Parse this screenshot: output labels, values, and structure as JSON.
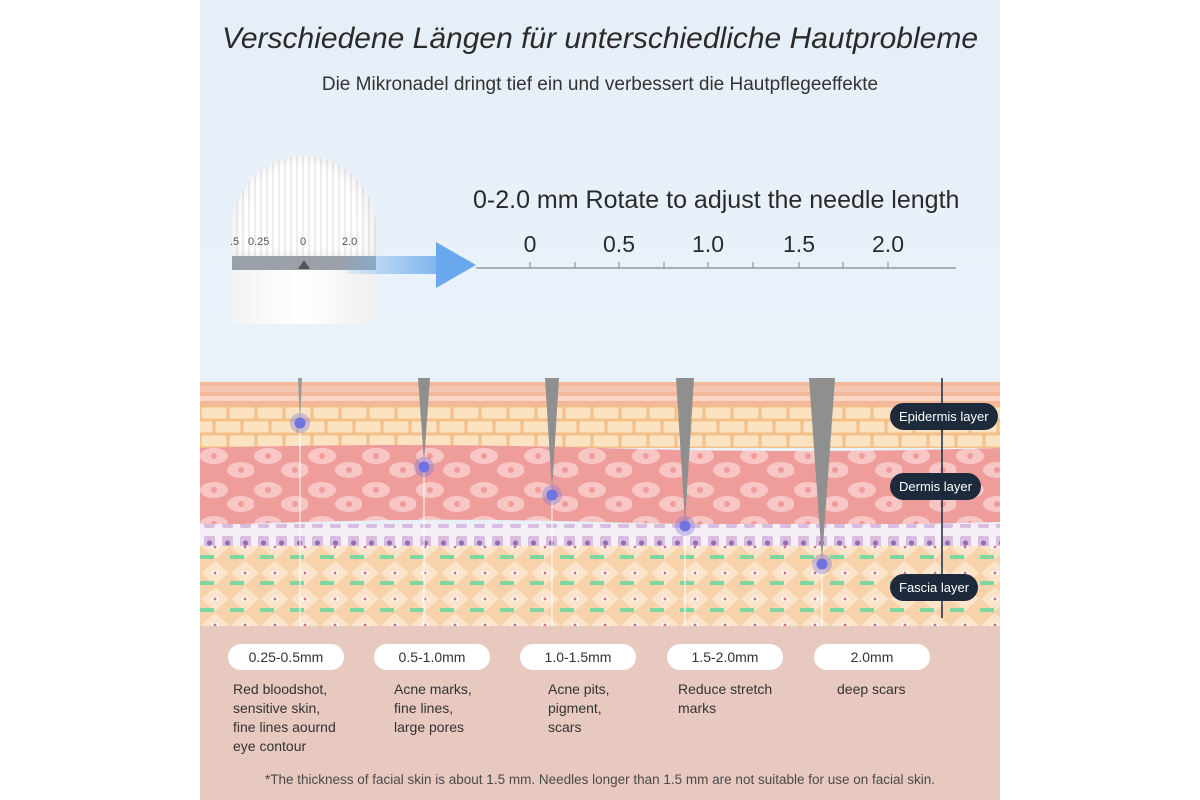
{
  "header": {
    "title": "Verschiedene Längen für unterschiedliche Hautprobleme",
    "subtitle": "Die Mikronadel dringt tief ein und verbessert die Hautpflegeeffekte"
  },
  "device": {
    "dial_labels": [
      ".5",
      "0.25",
      "0",
      "2.0"
    ]
  },
  "scale": {
    "label": "0-2.0 mm Rotate to adjust the needle length",
    "ticks": [
      "0",
      "0.5",
      "1.0",
      "1.5",
      "2.0"
    ]
  },
  "layers": {
    "epidermis": "Epidermis layer",
    "dermis": "Dermis layer",
    "fascia": "Fascia layer"
  },
  "needles": [
    {
      "length": "0.25-0.5mm",
      "description": [
        "Red bloodshot,",
        "sensitive skin,",
        "fine lines aournd",
        "eye contour"
      ]
    },
    {
      "length": "0.5-1.0mm",
      "description": [
        "Acne marks,",
        "fine lines,",
        "large pores"
      ]
    },
    {
      "length": "1.0-1.5mm",
      "description": [
        "Acne pits,",
        "pigment,",
        "scars"
      ]
    },
    {
      "length": "1.5-2.0mm",
      "description": [
        "Reduce stretch",
        "marks"
      ]
    },
    {
      "length": "2.0mm",
      "description": [
        "deep scars"
      ]
    }
  ],
  "footnote": "*The thickness of facial skin is about 1.5 mm. Needles longer than 1.5 mm are not suitable for use on facial skin.",
  "colors": {
    "epidermis": "#f9d9b0",
    "dermis": "#f4aeaa",
    "fascia": "#f8d4ae",
    "marker": "#6f74e0",
    "pill_dark": "#1d2a3c",
    "bottom_bg": "#e8c9bf",
    "arrow": "#6aa8ee"
  }
}
